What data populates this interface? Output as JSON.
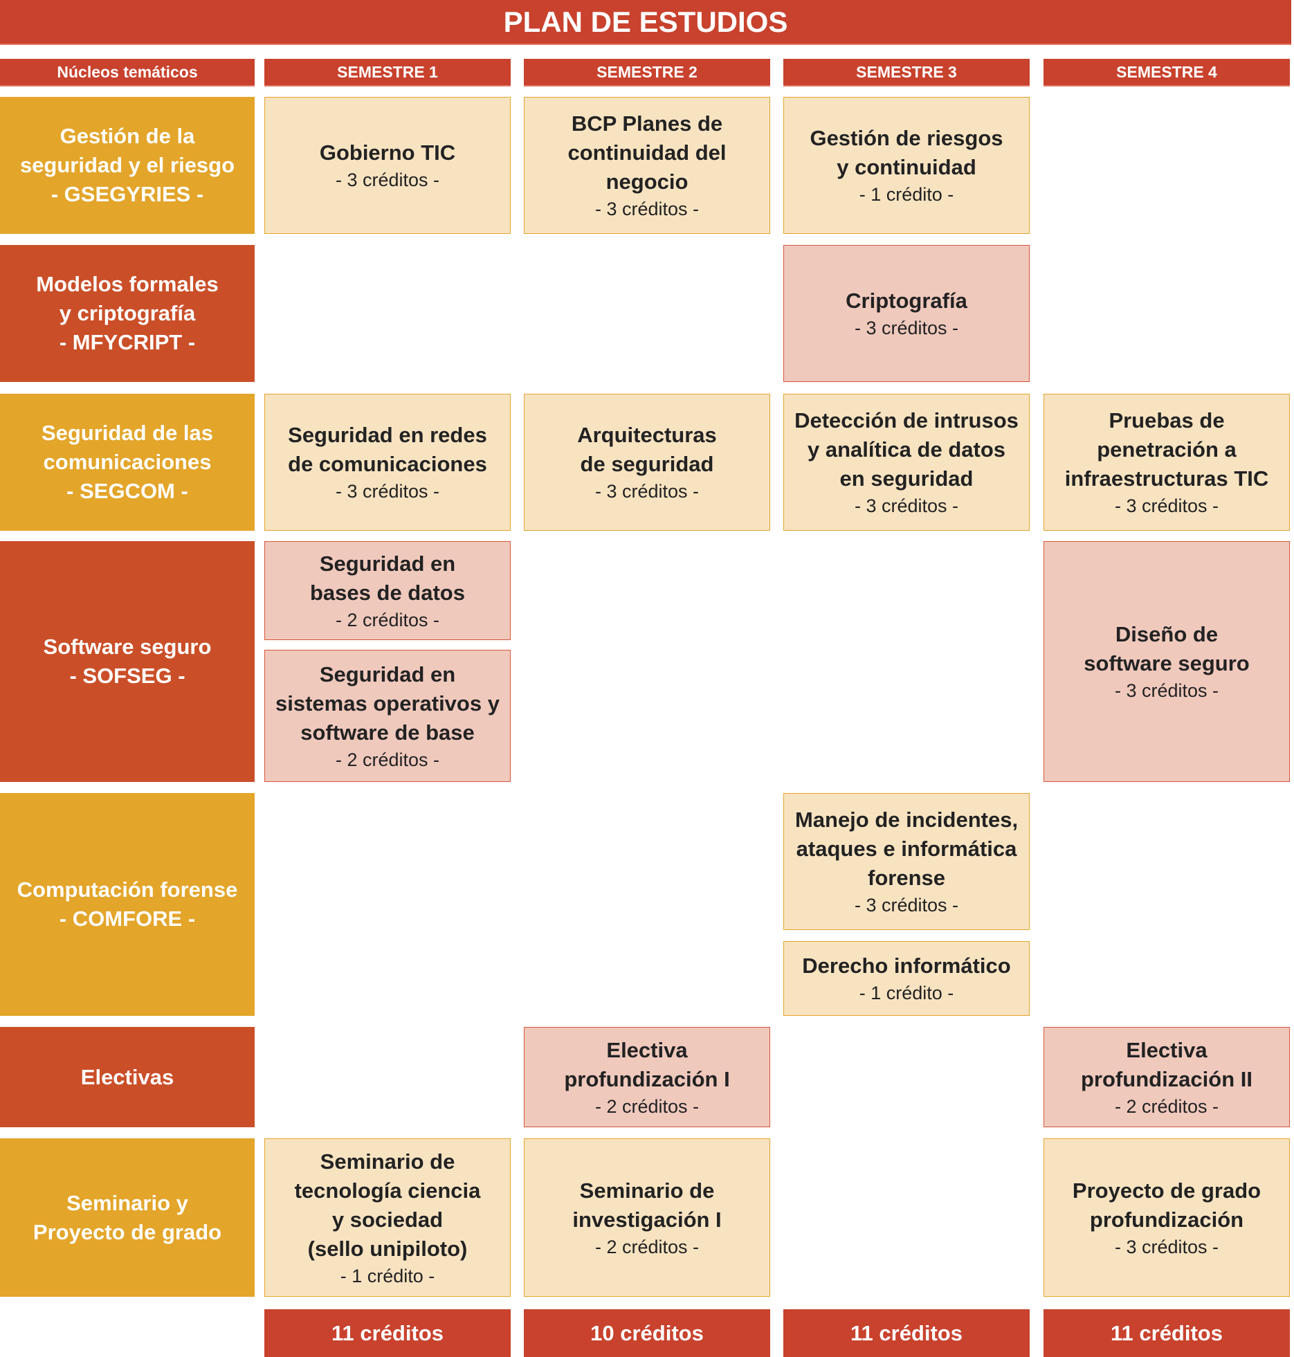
{
  "title": "PLAN DE ESTUDIOS",
  "headers": {
    "core": "Núcleos temáticos",
    "s1": "SEMESTRE 1",
    "s2": "SEMESTRE 2",
    "s3": "SEMESTRE 3",
    "s4": "SEMESTRE 4"
  },
  "colors": {
    "title": "#c8422d",
    "core_yellow": "#e3a52a",
    "core_red": "#ca4f28",
    "cell_yellow": "#f8e3c1",
    "cell_pink": "#f0c9bd"
  },
  "cores": [
    {
      "l1": "Gestión de la",
      "l2": "seguridad y el riesgo",
      "l3": "- GSEGYRIES -"
    },
    {
      "l1": "Modelos formales",
      "l2": "y criptografía",
      "l3": "- MFYCRIPT -"
    },
    {
      "l1": "Seguridad de las",
      "l2": "comunicaciones",
      "l3": "- SEGCOM -"
    },
    {
      "l1": "Software seguro",
      "l2": "- SOFSEG -"
    },
    {
      "l1": "Computación forense",
      "l2": "- COMFORE -"
    },
    {
      "l1": "Electivas"
    },
    {
      "l1": "Seminario y",
      "l2": "Proyecto de grado"
    }
  ],
  "courses": {
    "gobierno_tic": {
      "name": "Gobierno TIC",
      "credits": "- 3 créditos -"
    },
    "bcp": {
      "l1": "BCP Planes de",
      "l2": "continuidad del",
      "l3": "negocio",
      "credits": "- 3 créditos -"
    },
    "riesgos": {
      "l1": "Gestión de riesgos",
      "l2": "y continuidad",
      "credits": "- 1 crédito -"
    },
    "cripto": {
      "name": "Criptografía",
      "credits": "- 3 créditos -"
    },
    "redes": {
      "l1": "Seguridad en redes",
      "l2": "de comunicaciones",
      "credits": "- 3 créditos -"
    },
    "arquitecturas": {
      "l1": "Arquitecturas",
      "l2": "de seguridad",
      "credits": "- 3 créditos -"
    },
    "intrusos": {
      "l1": "Detección de intrusos",
      "l2": "y analítica de datos",
      "l3": "en seguridad",
      "credits": "- 3 créditos -"
    },
    "pentest": {
      "l1": "Pruebas de",
      "l2": "penetración a",
      "l3": "infraestructuras TIC",
      "credits": "- 3 créditos -"
    },
    "bases": {
      "l1": "Seguridad en",
      "l2": "bases de datos",
      "credits": "- 2 créditos -"
    },
    "sistemas": {
      "l1": "Seguridad en",
      "l2": "sistemas operativos y",
      "l3": "software de base",
      "credits": "- 2 créditos -"
    },
    "diseno": {
      "l1": "Diseño de",
      "l2": "software seguro",
      "credits": "- 3 créditos -"
    },
    "incidentes": {
      "l1": "Manejo de incidentes,",
      "l2": "ataques e informática",
      "l3": "forense",
      "credits": "- 3 créditos -"
    },
    "derecho": {
      "name": "Derecho informático",
      "credits": "- 1 crédito -"
    },
    "electiva1": {
      "l1": "Electiva",
      "l2": "profundización I",
      "credits": "- 2 créditos -"
    },
    "electiva2": {
      "l1": "Electiva",
      "l2": "profundización II",
      "credits": "- 2 créditos -"
    },
    "seminario_tcs": {
      "l1": "Seminario de",
      "l2": "tecnología ciencia",
      "l3": "y sociedad",
      "l4": "(sello unipiloto)",
      "credits": "- 1 crédito -"
    },
    "seminario_inv": {
      "l1": "Seminario de",
      "l2": "investigación I",
      "credits": "- 2 créditos -"
    },
    "proyecto": {
      "l1": "Proyecto de grado",
      "l2": "profundización",
      "credits": "- 3 créditos -"
    }
  },
  "totals": [
    "11 créditos",
    "10 créditos",
    "11 créditos",
    "11 créditos"
  ]
}
